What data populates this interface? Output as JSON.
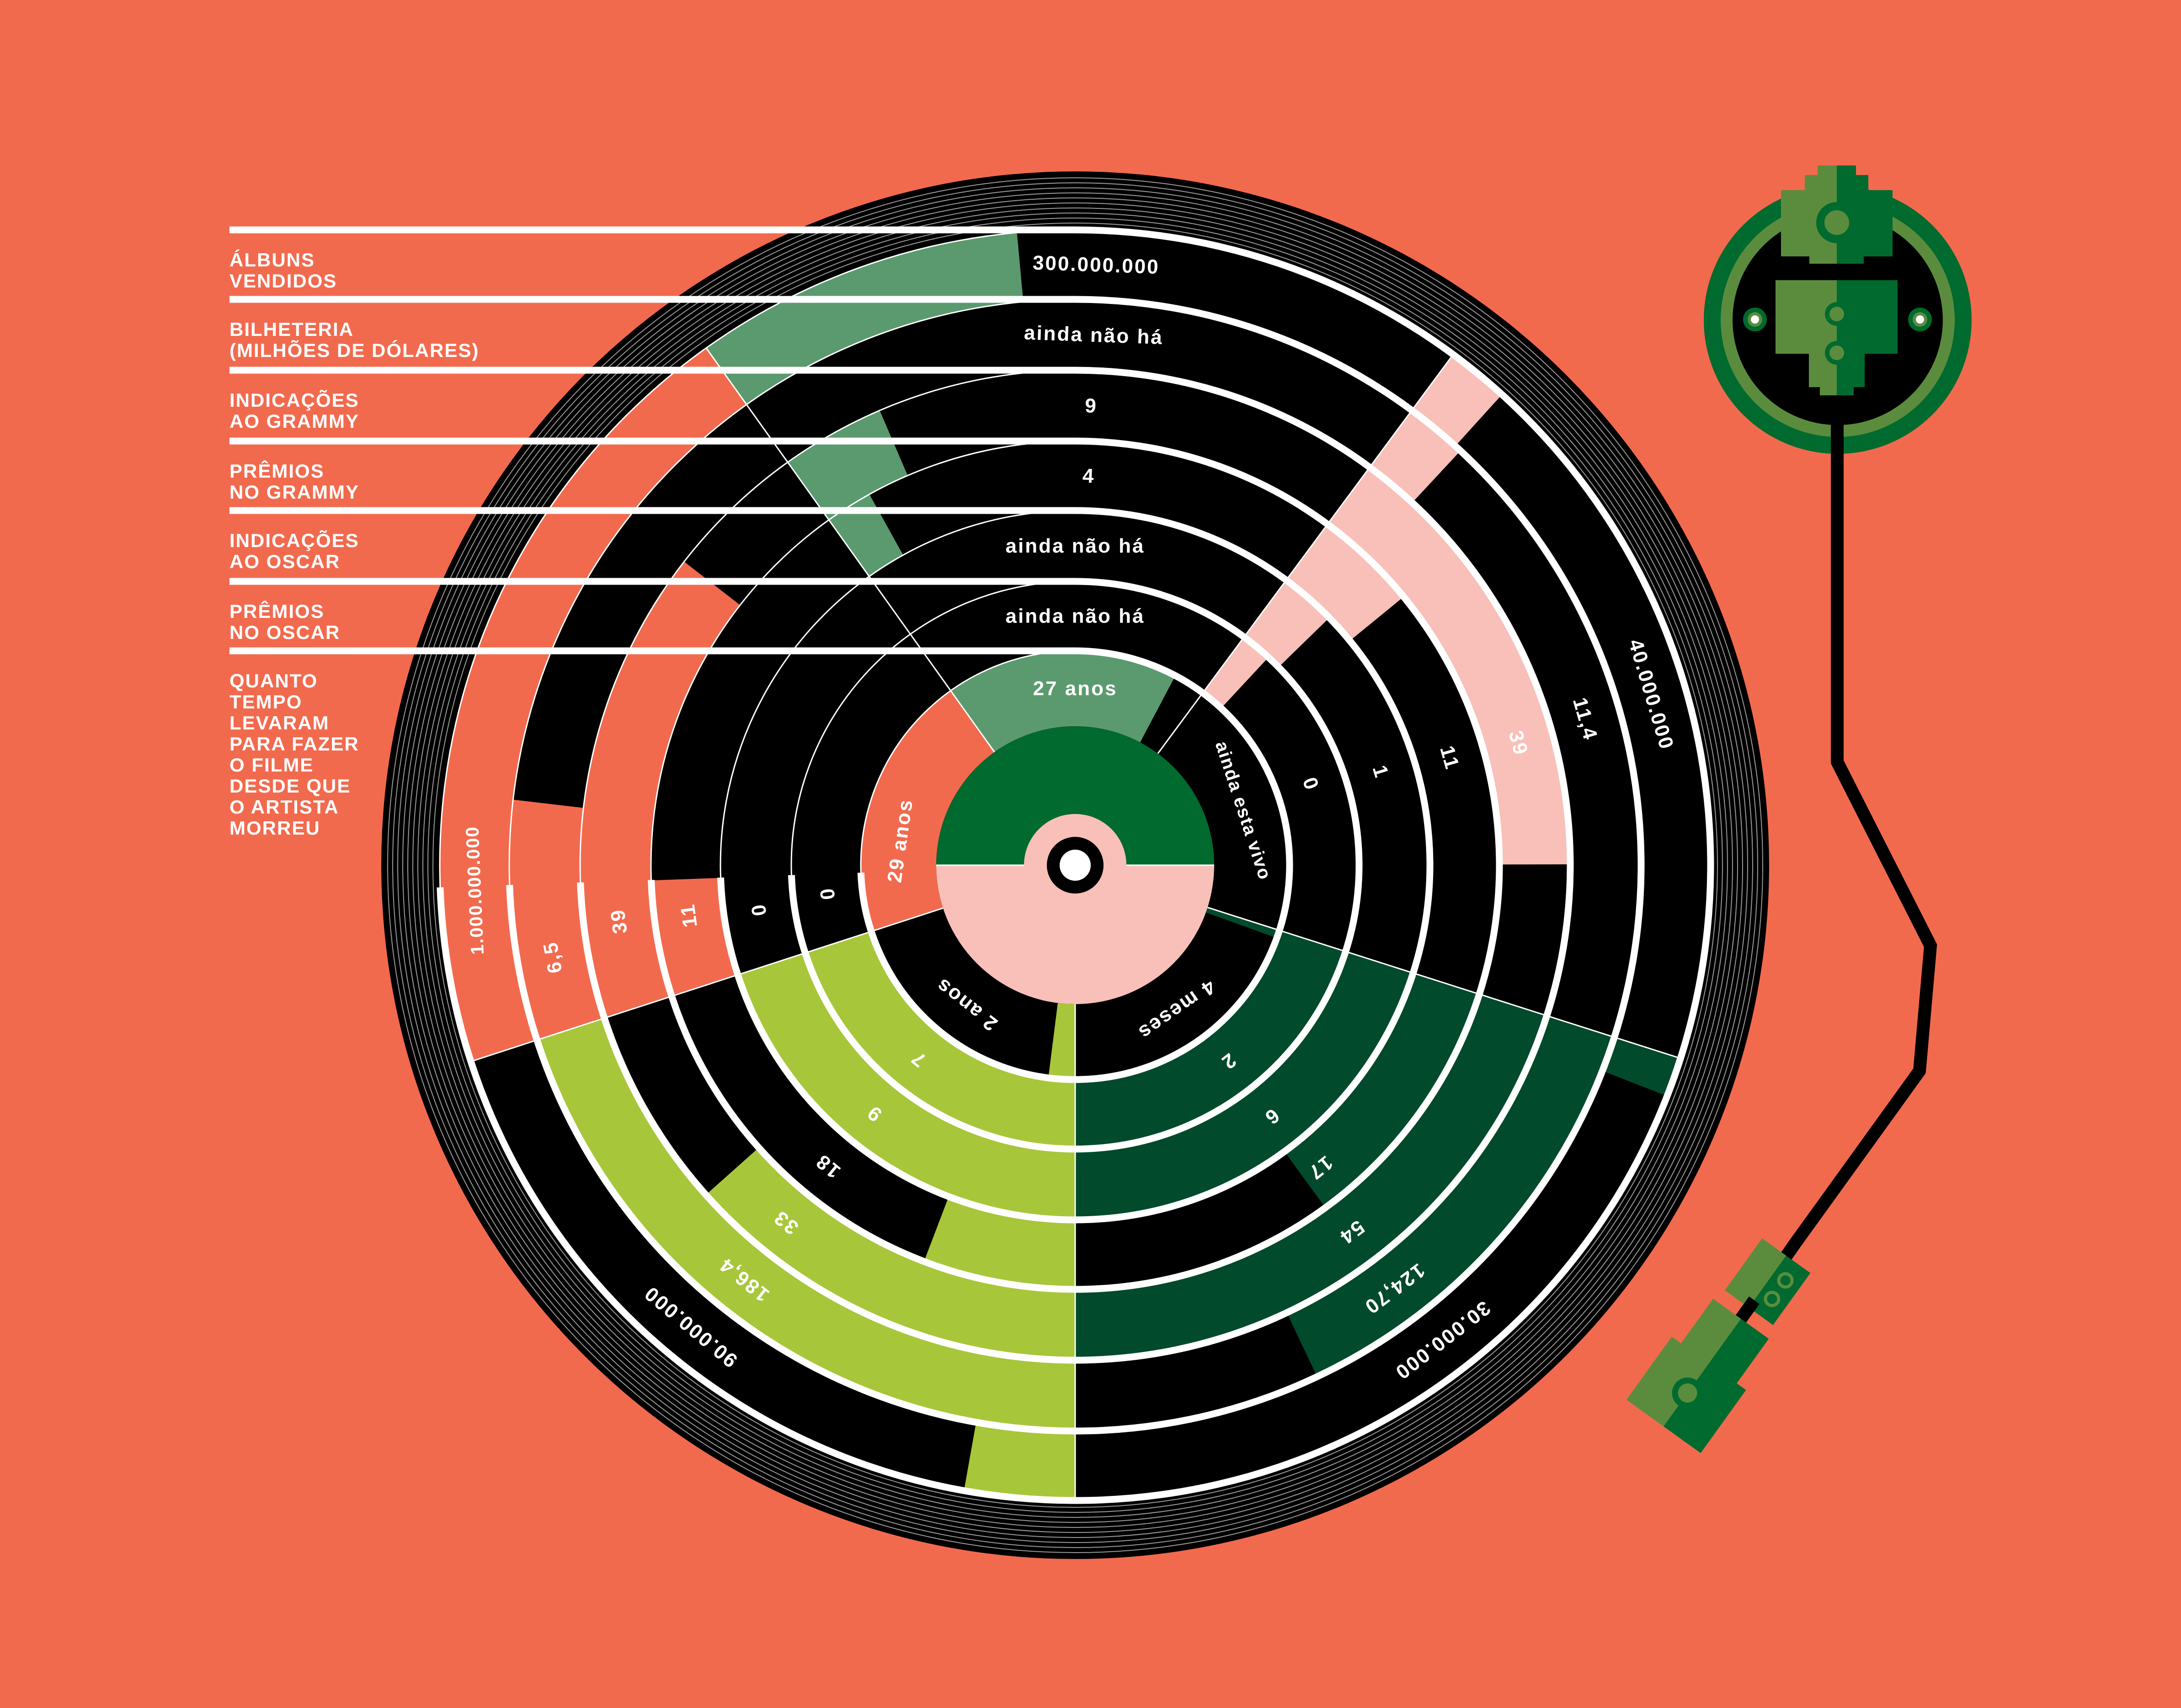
{
  "colors": {
    "background": "#f26a4e",
    "vinyl": "#000000",
    "center_top": "#006a2f",
    "center_bottom": "#f8c0b8",
    "tonearm_dark": "#006a2f",
    "tonearm_light": "#5b8c3e"
  },
  "chart_data": {
    "type": "radial-bar",
    "title": "",
    "categories": [
      [
        "ÁLBUNS",
        "VENDIDOS"
      ],
      [
        "BILHETERIA",
        "(MILHÕES DE DÓLARES)"
      ],
      [
        "INDICAÇÕES",
        "AO GRAMMY"
      ],
      [
        "PRÊMIOS",
        "NO GRAMMY"
      ],
      [
        "INDICAÇÕES",
        "AO OSCAR"
      ],
      [
        "PRÊMIOS",
        "NO OSCAR"
      ],
      [
        "QUANTO",
        "TEMPO",
        "LEVARAM",
        "PARA FAZER",
        "O FILME",
        "DESDE QUE",
        "O ARTISTA",
        "MORREU"
      ]
    ],
    "series": [
      {
        "color": "#5b9a6e",
        "values": [
          "300.000.000",
          "ainda não há",
          "9",
          "4",
          "ainda não há",
          "ainda não há",
          "27 anos"
        ],
        "fills": [
          0.42,
          0,
          0.17,
          0.09,
          0,
          0,
          0.88
        ]
      },
      {
        "color": "#f8c0b8",
        "values": [
          "40.000.000",
          "11,4",
          "39",
          "11",
          "1",
          "0",
          "ainda esta vivo"
        ],
        "fills": [
          0.08,
          0.09,
          0.75,
          0.2,
          0.13,
          0.09,
          0
        ]
      },
      {
        "color": "#014a2c",
        "values": [
          "30.000.000",
          "124,70",
          "54",
          "17",
          "6",
          "2",
          "4 meses"
        ],
        "fills": [
          0.05,
          0.65,
          1,
          0.5,
          1,
          1,
          0.03
        ]
      },
      {
        "color": "#a8c63a",
        "values": [
          "90.000.000",
          "186,4",
          "33",
          "18",
          "9",
          "7",
          "2 anos"
        ],
        "fills": [
          0.14,
          1,
          0.67,
          0.29,
          1,
          1,
          0.1
        ]
      },
      {
        "color": "#f26a4e",
        "values": [
          "1.000.000.000",
          "6,5",
          "39",
          "11",
          "0",
          "0",
          "29 anos"
        ],
        "fills": [
          1,
          0.34,
          0.77,
          0.22,
          0,
          0,
          1
        ]
      }
    ]
  }
}
